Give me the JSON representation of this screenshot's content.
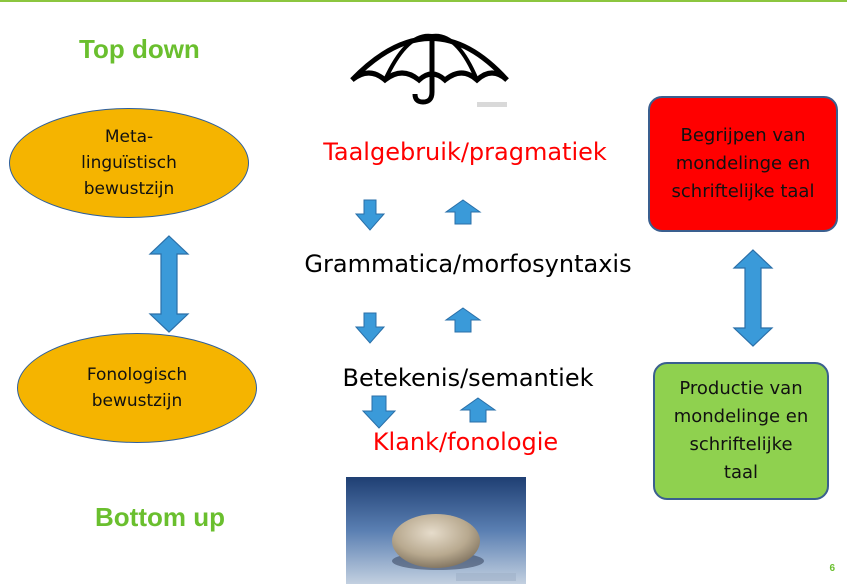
{
  "headings": {
    "top": "Top down",
    "bottom": "Bottom up"
  },
  "levels": {
    "pragmatics": "Taalgebruik/pragmatiek",
    "grammar": "Grammatica/morfosyntaxis",
    "semantics": "Betekenis/semantiek",
    "phonology": "Klank/fonologie"
  },
  "ellipses": {
    "meta": "Meta-\nlinguïstisch\nbewustzijn",
    "phono": "Fonologisch\nbewustzijn"
  },
  "boxes": {
    "comprehension": "Begrijpen van\nmondelinge en\nschriftelijke taal",
    "production": "Productie van\nmondelinge en\nschriftelijke\ntaal"
  },
  "slide_number": "6",
  "colors": {
    "heading_green": "#6abf2e",
    "level_red": "#ff0000",
    "ellipse_fill": "#f5b400",
    "box_red": "#ff0000",
    "box_green": "#8fd14f",
    "arrow_blue": "#3a9ad9"
  },
  "icons": {
    "umbrella": "umbrella-icon",
    "stone": "stone-image"
  }
}
